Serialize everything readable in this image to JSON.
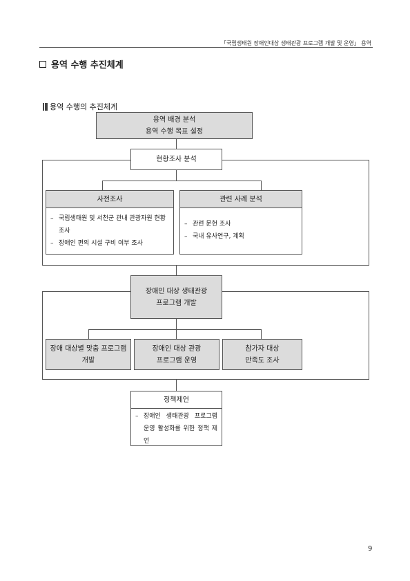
{
  "header": {
    "running_title": "「국립생태원 장애인대상 생태관광 프로그램 개발 및 운영」 용역"
  },
  "section": {
    "title": "용역 수행 추진체계"
  },
  "subsection": {
    "title": "용역 수행의 추진체계"
  },
  "flow": {
    "top": {
      "line1": "용역 배경 분석",
      "line2": "용역 수행 목표 설정"
    },
    "status": {
      "label": "현황조사 분석"
    },
    "pre_survey": {
      "title": "사전조사",
      "items": [
        "국립생태원 및 서천군 관내 관광자원 현황조사",
        "장애인 편의 시설 구비 여부 조사"
      ]
    },
    "case_analysis": {
      "title": "관련 사례 분석",
      "items": [
        "관련 문헌 조사",
        "국내 유사연구, 계획"
      ]
    },
    "program_dev": {
      "line1": "장애인 대상 생태관광",
      "line2": "프로그램 개발"
    },
    "sub_boxes": [
      {
        "line1": "장애 대상별 맞춤 프로그램",
        "line2": "개발"
      },
      {
        "line1": "장애인 대상 관광",
        "line2": "프로그램 운영"
      },
      {
        "line1": "참가자 대상",
        "line2": "만족도 조사"
      }
    ],
    "policy": {
      "title": "정책제언",
      "items": [
        "장애인 생태관광 프로그램 운영 활성화를 위한 정책 제언"
      ]
    }
  },
  "page_number": "9"
}
